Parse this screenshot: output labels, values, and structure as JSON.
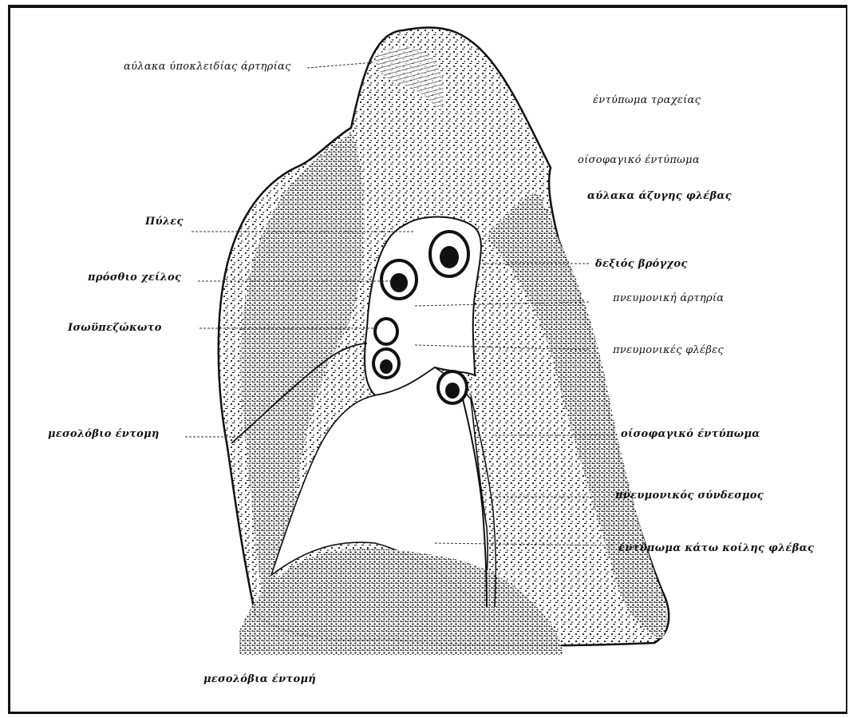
{
  "labels": {
    "sulcus_subclavian_artery": "αύλακα ύποκλειδίας άρτηρίας",
    "tracheal_impression": "έντύπωμα τραχείας",
    "esophageal_impression_upper": "οίσοφαγικό έντύπωμα",
    "azygos_vein_groove": "αύλακα άζυγης φλέβας",
    "hilum": "Πύλες",
    "anterior_border": "πρόσθιο χείλος",
    "right_bronchus": "δεξιός βρόγχος",
    "pulmonary_artery": "πνευμονική άρτηρία",
    "visceral_pleura": "Ισωϋπεζώκωτο",
    "pulmonary_veins": "πνευμονικές φλέβες",
    "interlobar_fissure_left": "μεσολόβιο έντομη",
    "esophageal_impression_lower": "οίσοφαγικό έντύπωμα",
    "pulmonary_ligament": "πνευμονικός σύνδεσμος",
    "ivc_impression": "έντύπωμα κάτω κοίλης φλέβας",
    "interlobar_fissure_bottom": "μεσολόβια έντομή"
  },
  "colors": {
    "ink": "#111111",
    "paper": "#ffffff"
  }
}
